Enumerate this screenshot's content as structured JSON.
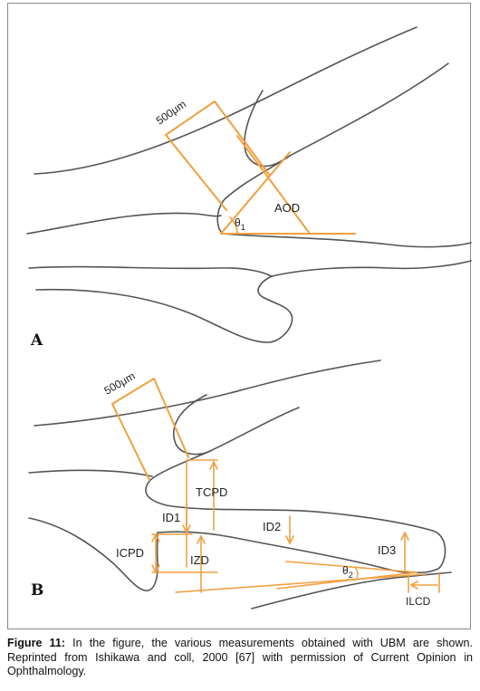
{
  "panels": {
    "a": {
      "letter": "A",
      "scale_label": "500μm",
      "aod_label": "AOD",
      "theta": "θ",
      "theta_sub": "1"
    },
    "b": {
      "letter": "B",
      "scale_label": "500μm",
      "tcpd": "TCPD",
      "id1": "ID1",
      "id2": "ID2",
      "id3": "ID3",
      "icpd": "ICPD",
      "izd": "IZD",
      "ilcd": "ILCD",
      "theta": "θ",
      "theta_sub": "2"
    }
  },
  "caption": {
    "label": "Figure 11:",
    "text": " In the figure, the various measurements obtained with UBM are shown. Reprinted from Ishikawa and coll, 2000 [67] with permission of Current Opinion in Ophthalmology."
  },
  "colors": {
    "measure": "#f0a040",
    "anatomy": "#555555",
    "frame": "#8a8a8a"
  }
}
